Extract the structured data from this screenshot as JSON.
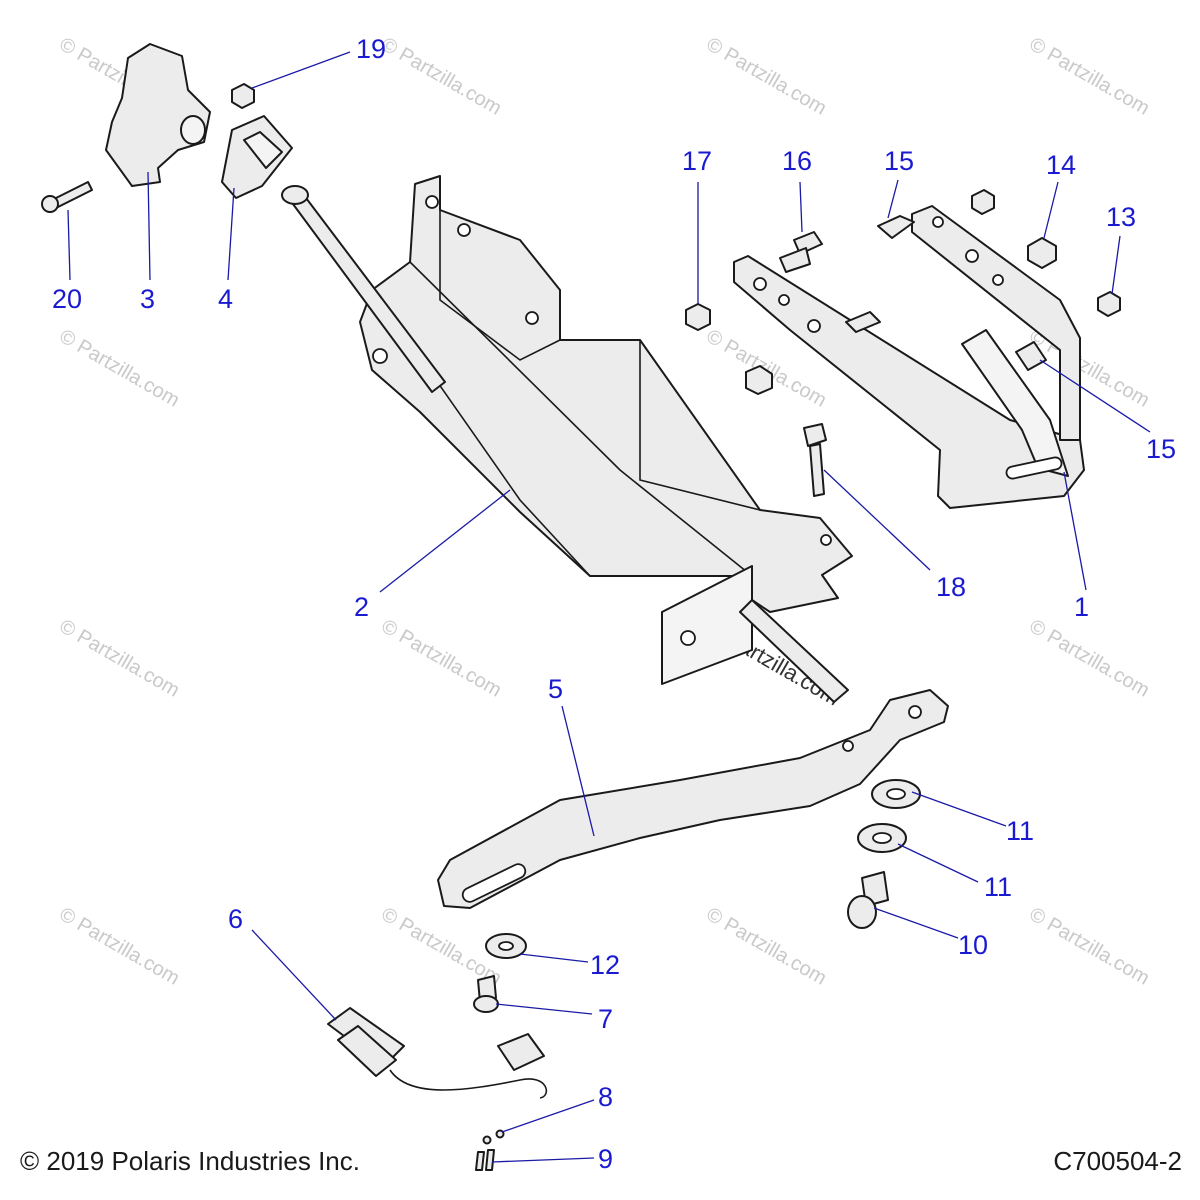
{
  "diagram": {
    "watermark_text": "© Partzilla.com",
    "callouts": [
      {
        "id": "callout-1",
        "label": "1"
      },
      {
        "id": "callout-2",
        "label": "2"
      },
      {
        "id": "callout-3",
        "label": "3"
      },
      {
        "id": "callout-4",
        "label": "4"
      },
      {
        "id": "callout-5",
        "label": "5"
      },
      {
        "id": "callout-6",
        "label": "6"
      },
      {
        "id": "callout-7",
        "label": "7"
      },
      {
        "id": "callout-8",
        "label": "8"
      },
      {
        "id": "callout-9",
        "label": "9"
      },
      {
        "id": "callout-10",
        "label": "10"
      },
      {
        "id": "callout-11a",
        "label": "11"
      },
      {
        "id": "callout-11b",
        "label": "11"
      },
      {
        "id": "callout-12",
        "label": "12"
      },
      {
        "id": "callout-13",
        "label": "13"
      },
      {
        "id": "callout-14",
        "label": "14"
      },
      {
        "id": "callout-15a",
        "label": "15"
      },
      {
        "id": "callout-15b",
        "label": "15"
      },
      {
        "id": "callout-16",
        "label": "16"
      },
      {
        "id": "callout-17",
        "label": "17"
      },
      {
        "id": "callout-18",
        "label": "18"
      },
      {
        "id": "callout-19",
        "label": "19"
      },
      {
        "id": "callout-20",
        "label": "20"
      }
    ],
    "callout_color": "#1a1ad0",
    "line_color": "#1a1a1a"
  },
  "footer": {
    "copyright": "© 2019 Polaris Industries Inc.",
    "drawing_id": "C700504-2"
  }
}
